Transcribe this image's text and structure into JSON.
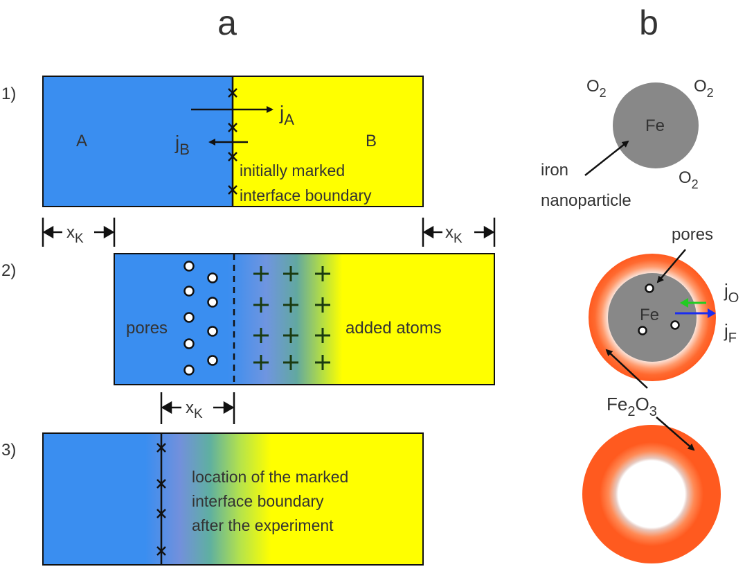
{
  "panel_a": {
    "title": "a",
    "step1": {
      "number": "1)",
      "label_A": "A",
      "label_B": "B",
      "jA": "j",
      "jA_sub": "A",
      "jB": "j",
      "jB_sub": "B",
      "note_line1": "initially marked",
      "note_line2": "interface boundary"
    },
    "xk": "x",
    "xk_sub": "K",
    "step2": {
      "number": "2)",
      "pores_label": "pores",
      "added_label": "added atoms"
    },
    "step3": {
      "number": "3)",
      "note_line1": "location of the marked",
      "note_line2": "interface boundary",
      "note_line3": "after the experiment"
    }
  },
  "panel_b": {
    "title": "b",
    "o2_a": "O",
    "o2_b": "O",
    "o2_c": "O",
    "o2_sub": "2",
    "fe_label": "Fe",
    "iron_line1": "iron",
    "iron_line2": "nanoparticle",
    "pores_label": "pores",
    "fe_label2": "Fe",
    "jO": "j",
    "jO_sub": "O",
    "jF": "j",
    "jF_sub": "F",
    "fe2o3_part1": "Fe",
    "fe2o3_sub1": "2",
    "fe2o3_part2": "O",
    "fe2o3_sub2": "3"
  },
  "colors": {
    "blue": "#3a8ef0",
    "yellow": "#ffff00",
    "orange": "#ff5a1f",
    "gray": "#8a8a8a",
    "green_arrow": "#22cc22",
    "blue_arrow": "#1a2cf0"
  }
}
